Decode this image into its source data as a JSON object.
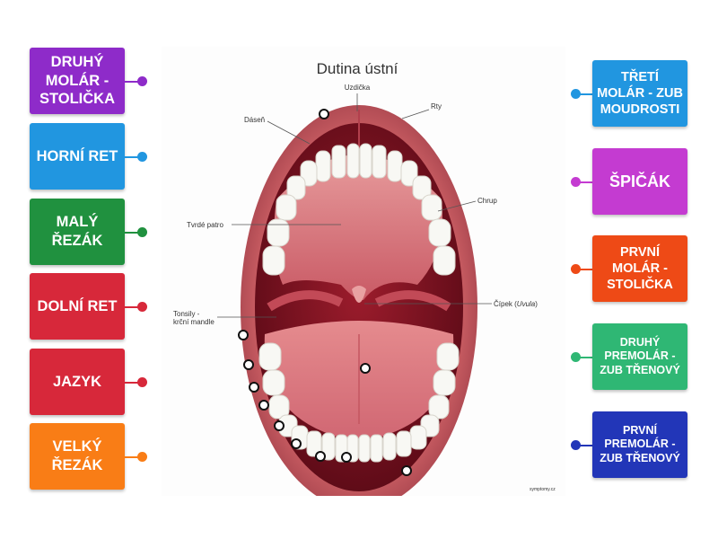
{
  "left_labels": [
    {
      "text": "DRUHÝ MOLÁR - STOLIČKA",
      "color": "#8e2bc9"
    },
    {
      "text": "HORNÍ RET",
      "color": "#2196e0"
    },
    {
      "text": "MALÝ ŘEZÁK",
      "color": "#20913f"
    },
    {
      "text": "DOLNÍ RET",
      "color": "#d7283a"
    },
    {
      "text": "JAZYK",
      "color": "#d7283a"
    },
    {
      "text": "VELKÝ ŘEZÁK",
      "color": "#f97d16"
    }
  ],
  "right_labels": [
    {
      "text": "TŘETÍ MOLÁR - ZUB MOUDROSTI",
      "color": "#2196e0"
    },
    {
      "text": "ŠPIČÁK",
      "color": "#c43bd1"
    },
    {
      "text": "PRVNÍ MOLÁR - STOLIČKA",
      "color": "#ee4a16"
    },
    {
      "text": "DRUHÝ PREMOLÁR - ZUB TŘENOVÝ",
      "color": "#2fb774"
    },
    {
      "text": "PRVNÍ PREMOLÁR - ZUB TŘENOVÝ",
      "color": "#2236b8"
    }
  ],
  "diagram": {
    "title": "Dutina ústní",
    "labels": {
      "uzdicka": "Uzdička",
      "rty": "Rty",
      "dasen": "Dáseň",
      "chrup": "Chrup",
      "tvrde_patro": "Tvrdé patro",
      "tonsily_1": "Tonsily -",
      "tonsily_2": "krční mandle",
      "cipek": "Čípek (",
      "cipek_italic": "Uvula",
      "cipek_end": ")"
    },
    "credit": "symptomy.cz"
  }
}
